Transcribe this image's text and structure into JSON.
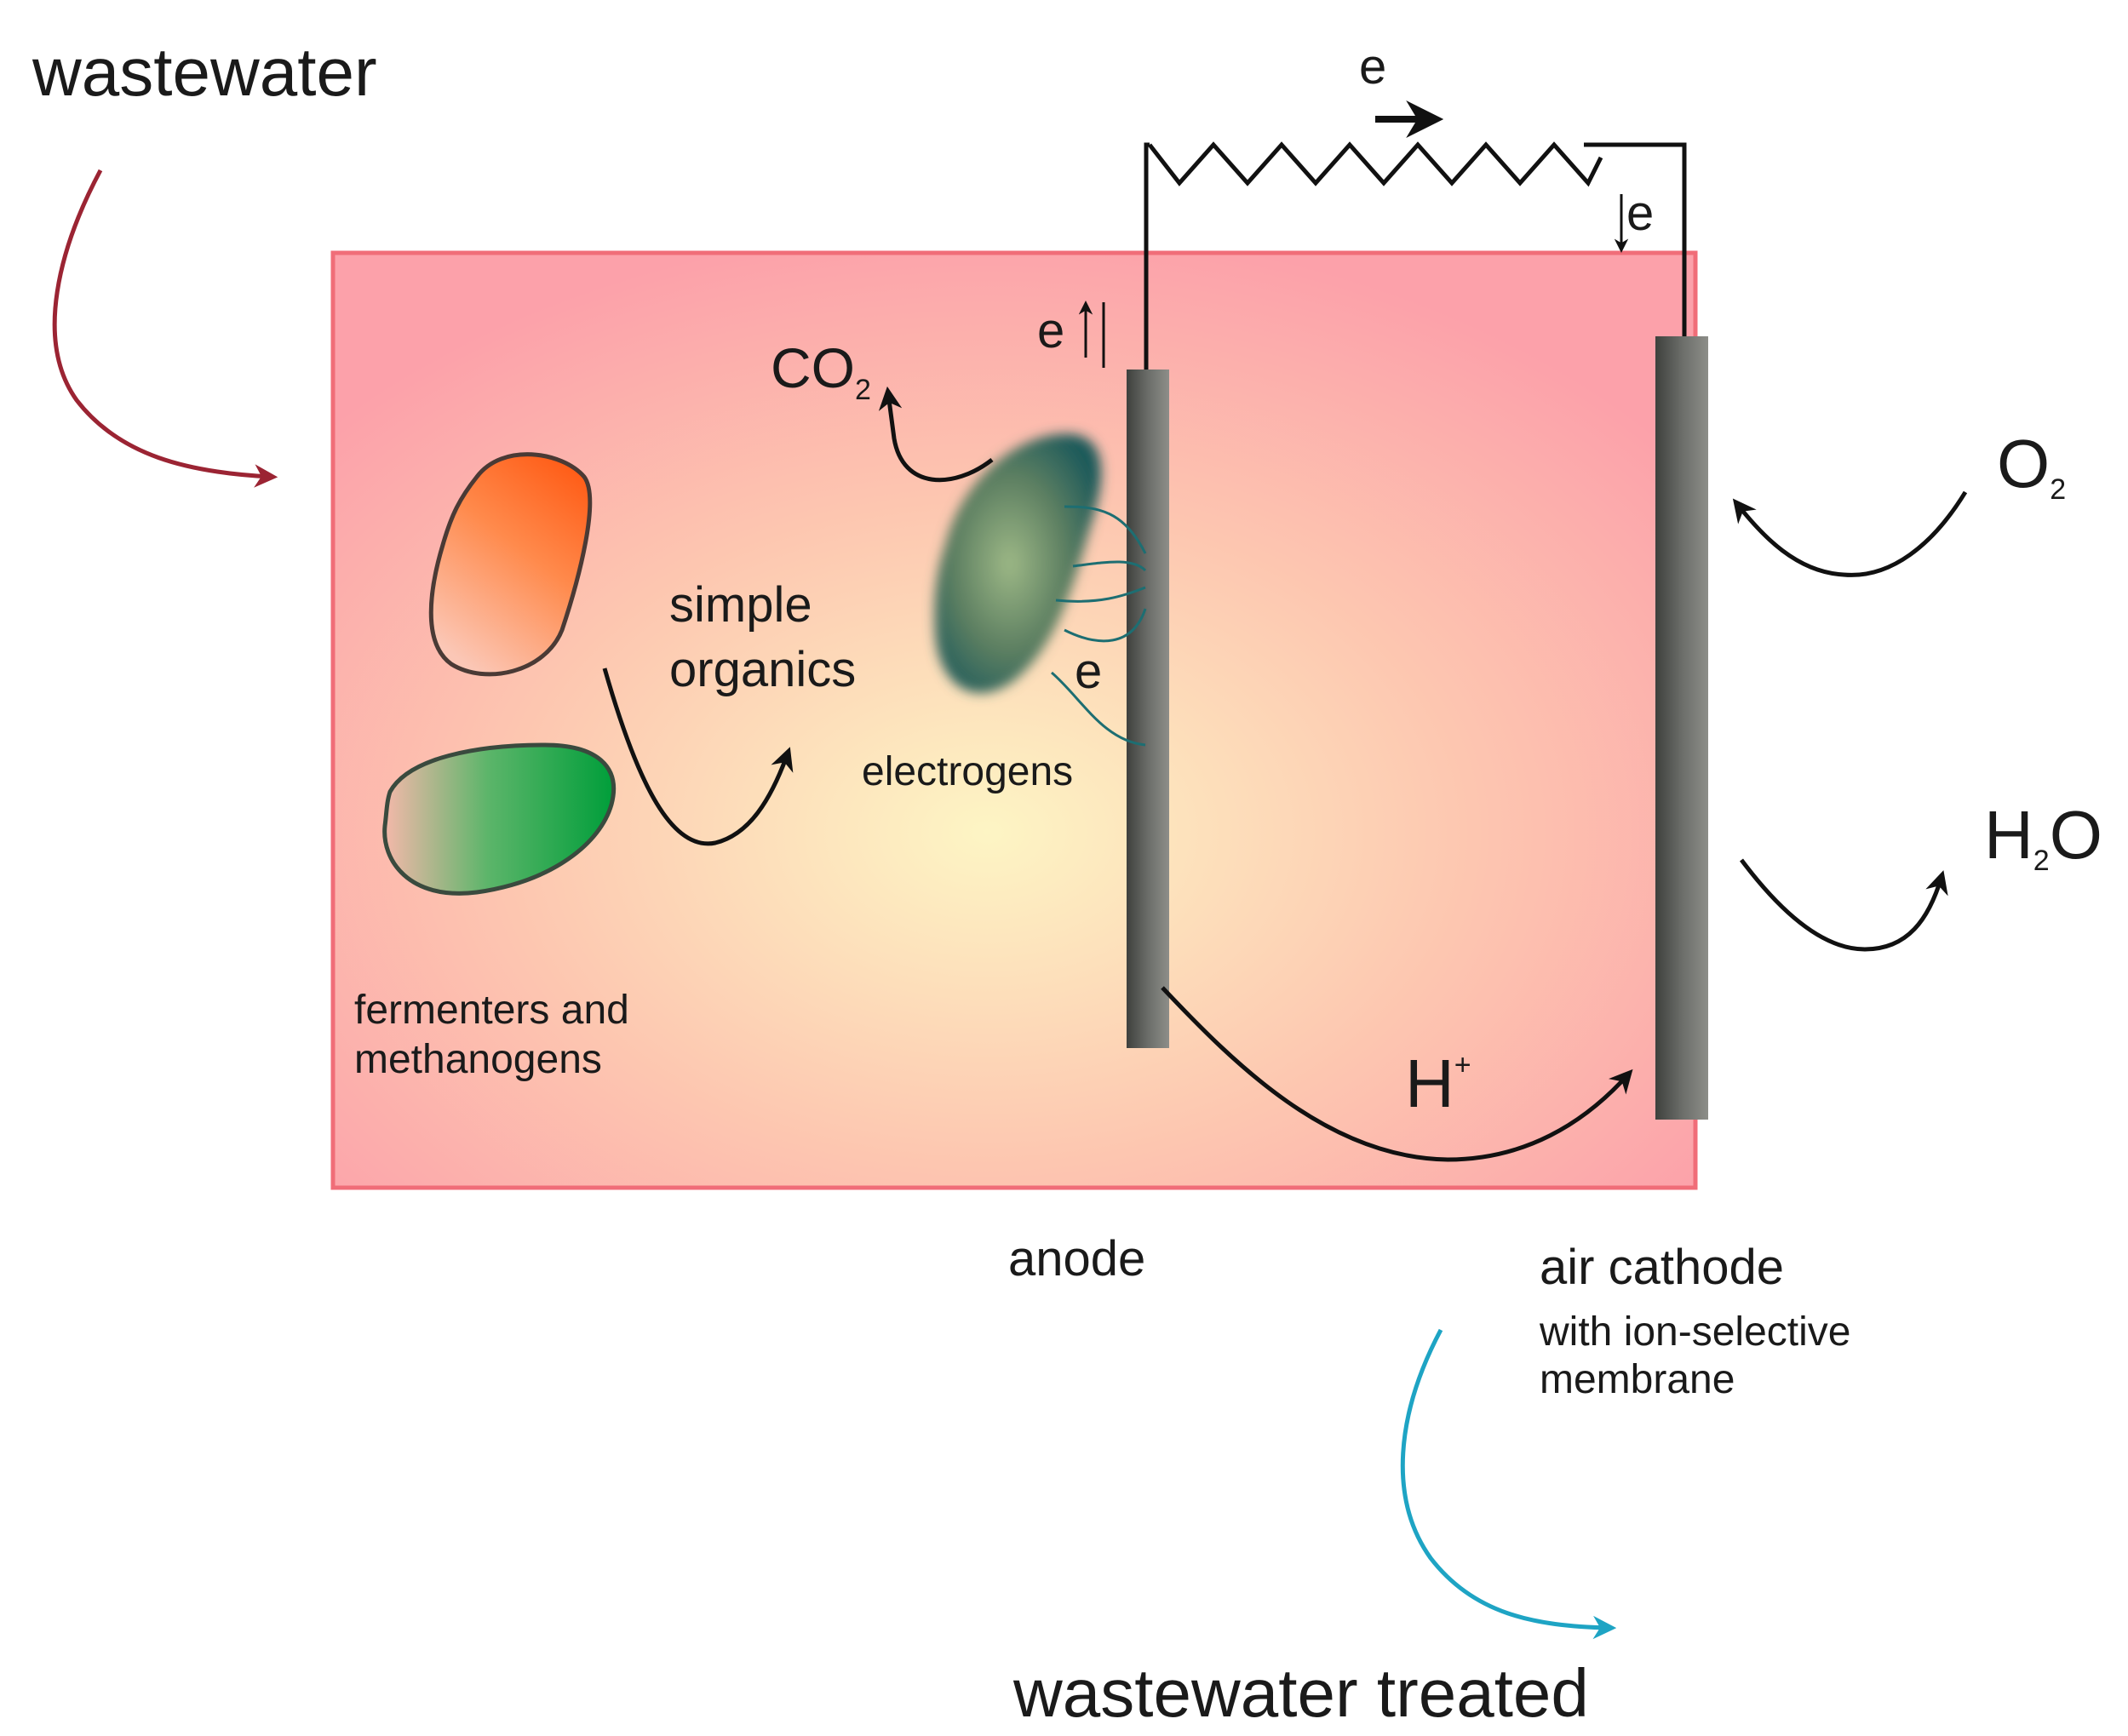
{
  "labels": {
    "wastewater_in": "wastewater",
    "wastewater_out": "wastewater treated",
    "simple_organics_1": "simple",
    "simple_organics_2": "organics",
    "electrogens": "electrogens",
    "fermenters_1": "fermenters and",
    "fermenters_2": "methanogens",
    "anode": "anode",
    "cathode": "air cathode",
    "membrane_1": "with ion-selective",
    "membrane_2": "membrane",
    "electron": "e",
    "co2_main": "CO",
    "co2_sub": "2",
    "o2_main": "O",
    "o2_sub": "2",
    "h2o_h": "H",
    "h2o_sub": "2",
    "h2o_o": "O",
    "hplus_main": "H",
    "hplus_sup": "+"
  },
  "colors": {
    "tank_fill_center": "#fdf5c4",
    "tank_fill_edge": "#fca1aa",
    "tank_border": "#f06d78",
    "electrode": "#5a5c58",
    "inflow_arrow": "#9b2433",
    "outflow_arrow": "#1ea4c4",
    "fermenter_cell": "#ff6a22",
    "methanogen_cell": "#0fa343",
    "electrogen_cell": "#4f7a5e"
  },
  "icons": {
    "circuit": "resistor-symbol",
    "flow": "curved-arrow"
  }
}
